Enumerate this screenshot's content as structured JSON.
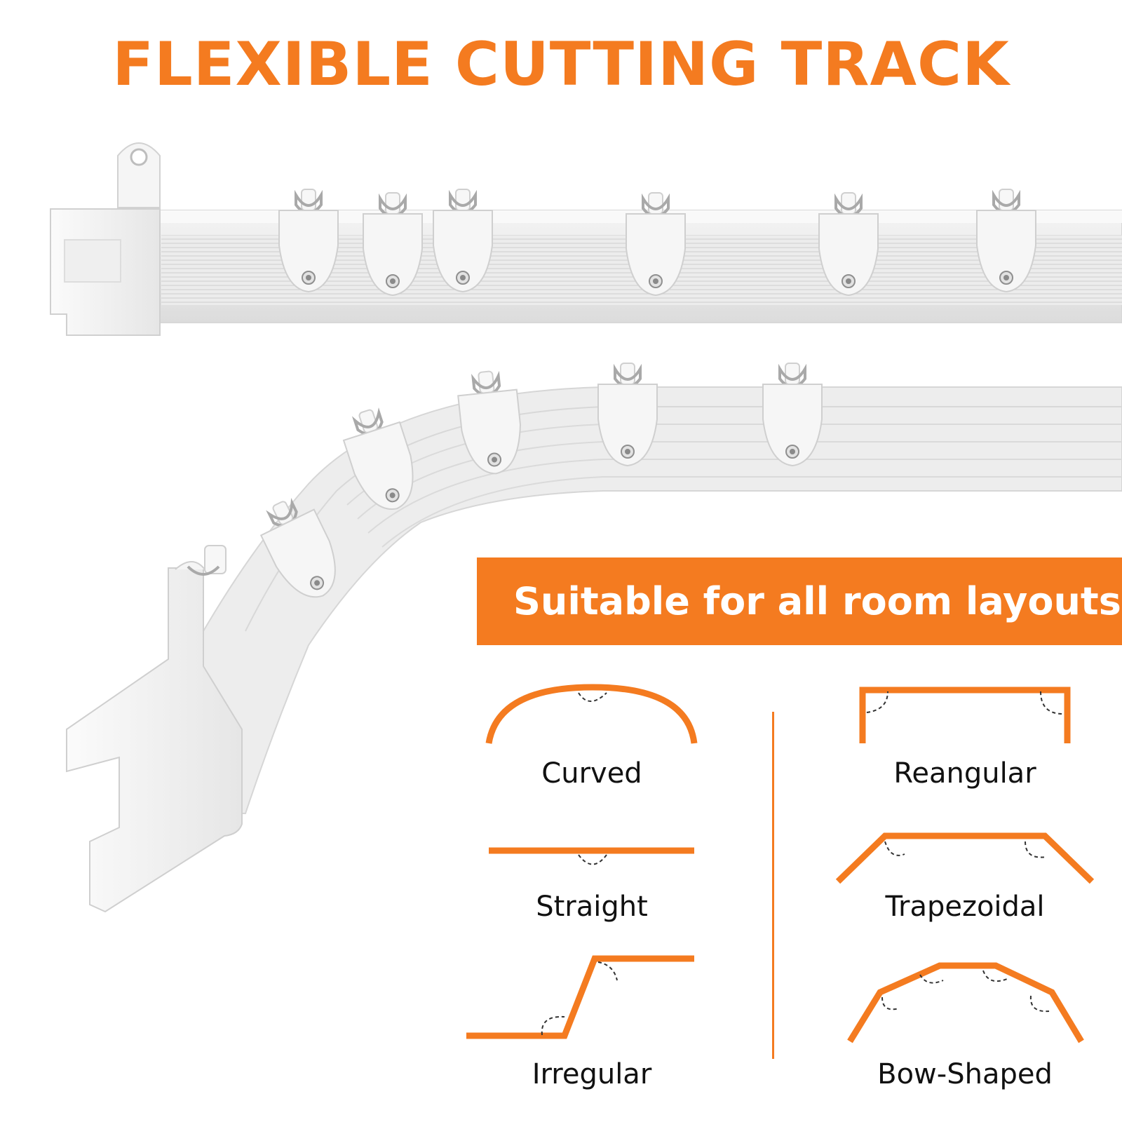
{
  "title": "FLEXIBLE CUTTING TRACK",
  "banner": "Suitable for all room layouts",
  "colors": {
    "accent": "#F47B20",
    "track": "#FFFFFF",
    "text": "#111111"
  },
  "layouts": [
    {
      "label": "Curved",
      "icon": "curved-track-icon"
    },
    {
      "label": "Reangular",
      "icon": "rectangular-track-icon"
    },
    {
      "label": "Straight",
      "icon": "straight-track-icon"
    },
    {
      "label": "Trapezoidal",
      "icon": "trapezoidal-track-icon"
    },
    {
      "label": "Irregular",
      "icon": "irregular-track-icon"
    },
    {
      "label": "Bow-Shaped",
      "icon": "bow-shaped-track-icon"
    }
  ]
}
